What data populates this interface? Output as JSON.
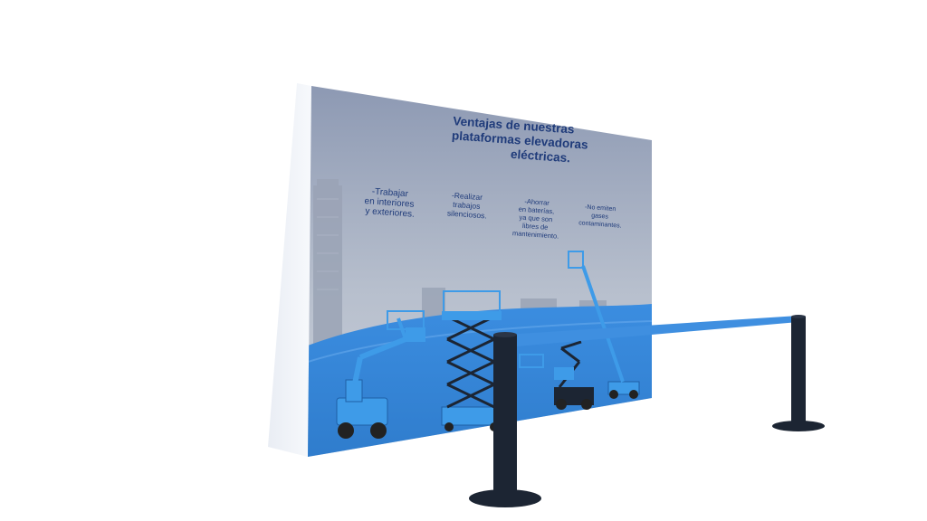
{
  "banner": {
    "title_lines": [
      "Ventajas de nuestras",
      "plataformas elevadoras",
      "eléctricas."
    ],
    "benefits": [
      {
        "lines": [
          "-Trabajar",
          "en interiores",
          "y exteriores."
        ]
      },
      {
        "lines": [
          "-Realizar",
          "trabajos",
          "silenciosos."
        ]
      },
      {
        "lines": [
          "-Ahorrar",
          "en baterías,",
          "ya que son",
          "libres de",
          "mantenimiento."
        ]
      },
      {
        "lines": [
          "-No emiten",
          "gases",
          "contaminantes."
        ]
      }
    ]
  },
  "colors": {
    "title": "#1f3b7a",
    "benefit_text": "#1f3b7a",
    "accent_blue": "#3f8fe0",
    "machine_blue": "#3e9be8",
    "stanchion": "#1c2533",
    "banner_sky": "#a9b3c6"
  },
  "icons": {
    "machines": [
      "articulating-boom-lift-icon",
      "scissor-lift-icon",
      "compact-boom-lift-icon",
      "telescopic-boom-lift-icon"
    ],
    "barrier": "retractable-belt-stanchion-icon"
  }
}
